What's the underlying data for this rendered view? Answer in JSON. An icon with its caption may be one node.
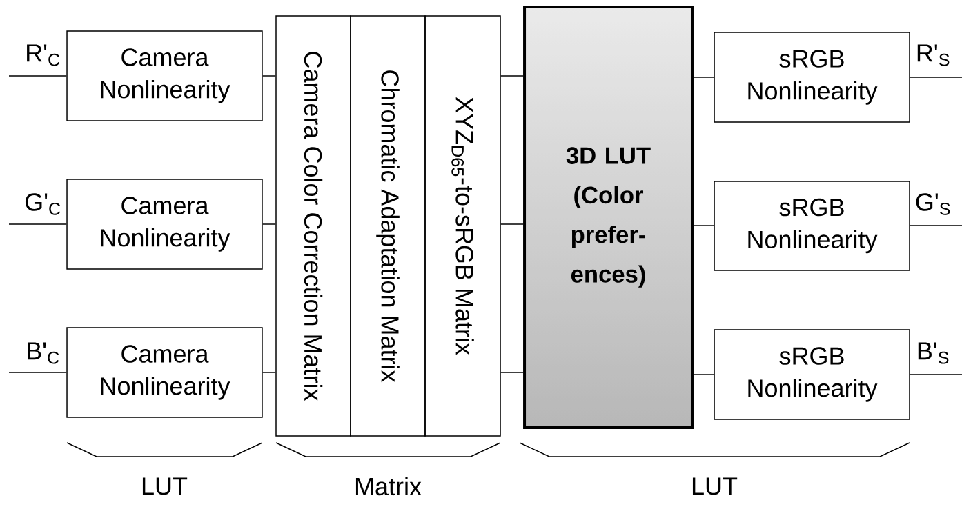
{
  "diagram": {
    "nodes": [
      {
        "text": [
          "Camera Nonlinearity"
        ]
      },
      {
        "text": [
          "Camera Nonlinearity"
        ]
      },
      {
        "text": [
          "Camera Nonlinearity"
        ]
      },
      {
        "text": [
          "Camera Color Correction Matrix"
        ]
      },
      {
        "text": [
          "Chromatic Adaptation Matrix"
        ]
      },
      {
        "text": [
          "XYZ$_{D65}$-to-sRGB Matrix"
        ]
      },
      {
        "text": [
          "3D LUT (Color prefer- ences)"
        ]
      },
      {
        "text": [
          "sRGB Nonlinearity"
        ]
      },
      {
        "text": [
          "sRGB Nonlinearity"
        ]
      },
      {
        "text": [
          "sRGB Nonlinearity"
        ]
      }
    ],
    "edges": [
      {
        "from": null,
        "to": 0,
        "arrow": "none"
      },
      {
        "from": null,
        "to": 1,
        "arrow": "none"
      },
      {
        "from": null,
        "to": 2,
        "arrow": "none"
      },
      {
        "from": 0,
        "to": 3,
        "arrow": "none"
      },
      {
        "from": 1,
        "to": 3,
        "arrow": "none"
      },
      {
        "from": 2,
        "to": 3,
        "arrow": "none"
      },
      {
        "from": 5,
        "to": 6,
        "arrow": "none"
      },
      {
        "from": 5,
        "to": 6,
        "arrow": "none"
      },
      {
        "from": 5,
        "to": 6,
        "arrow": "none"
      },
      {
        "from": 6,
        "to": 7,
        "arrow": "none"
      },
      {
        "from": 6,
        "to": 8,
        "arrow": "none"
      },
      {
        "from": 6,
        "to": 9,
        "arrow": "none"
      },
      {
        "from": 7,
        "to": null,
        "arrow": "none"
      },
      {
        "from": 8,
        "to": null,
        "arrow": "none"
      },
      {
        "from": 9,
        "to": null,
        "arrow": "none"
      }
    ],
    "labels": [
      "R'$_{C}$",
      "R'$_{S}$",
      "G'$_{C}$",
      "G'$_{S}$",
      "B'$_{C}$",
      "B'$_{S}$",
      "LUT",
      "Matrix",
      "LUT"
    ]
  }
}
